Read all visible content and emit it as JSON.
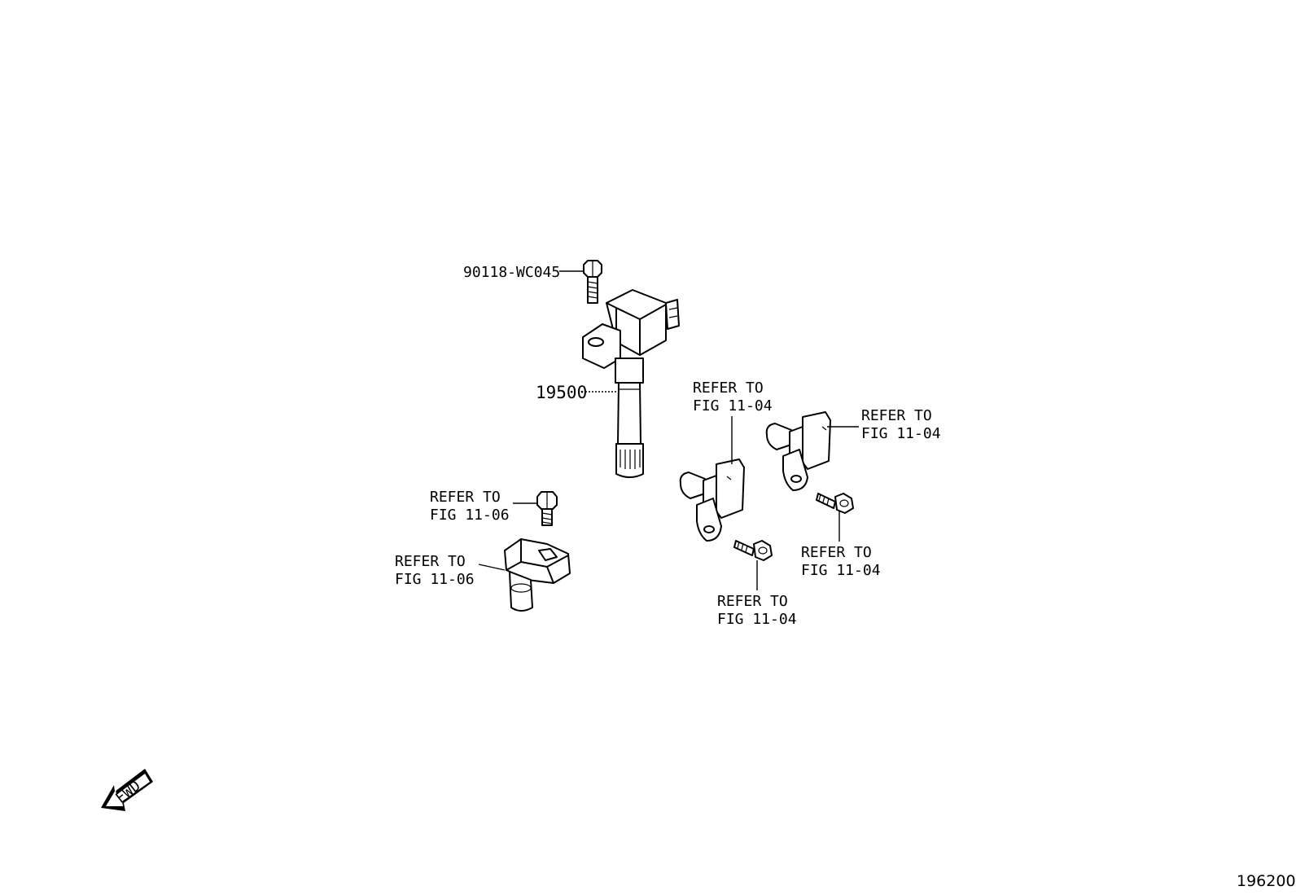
{
  "callouts": {
    "bolt_coil": "90118-WC045",
    "ignition_coil": "19500",
    "sensor_mid_line1": "REFER TO",
    "sensor_mid_line2": "FIG 11-04",
    "sensor_right_line1": "REFER TO",
    "sensor_right_line2": "FIG 11-04",
    "bolt_right_line1": "REFER TO",
    "bolt_right_line2": "FIG 11-04",
    "bolt_mid_line1": "REFER TO",
    "bolt_mid_line2": "FIG 11-04",
    "bolt_left_line1": "REFER TO",
    "bolt_left_line2": "FIG 11-06",
    "sensor_left_line1": "REFER TO",
    "sensor_left_line2": "FIG 11-06"
  },
  "direction_arrow": {
    "label": "FWD",
    "icon": "fwd-arrow-icon"
  },
  "figure_number": "196200"
}
